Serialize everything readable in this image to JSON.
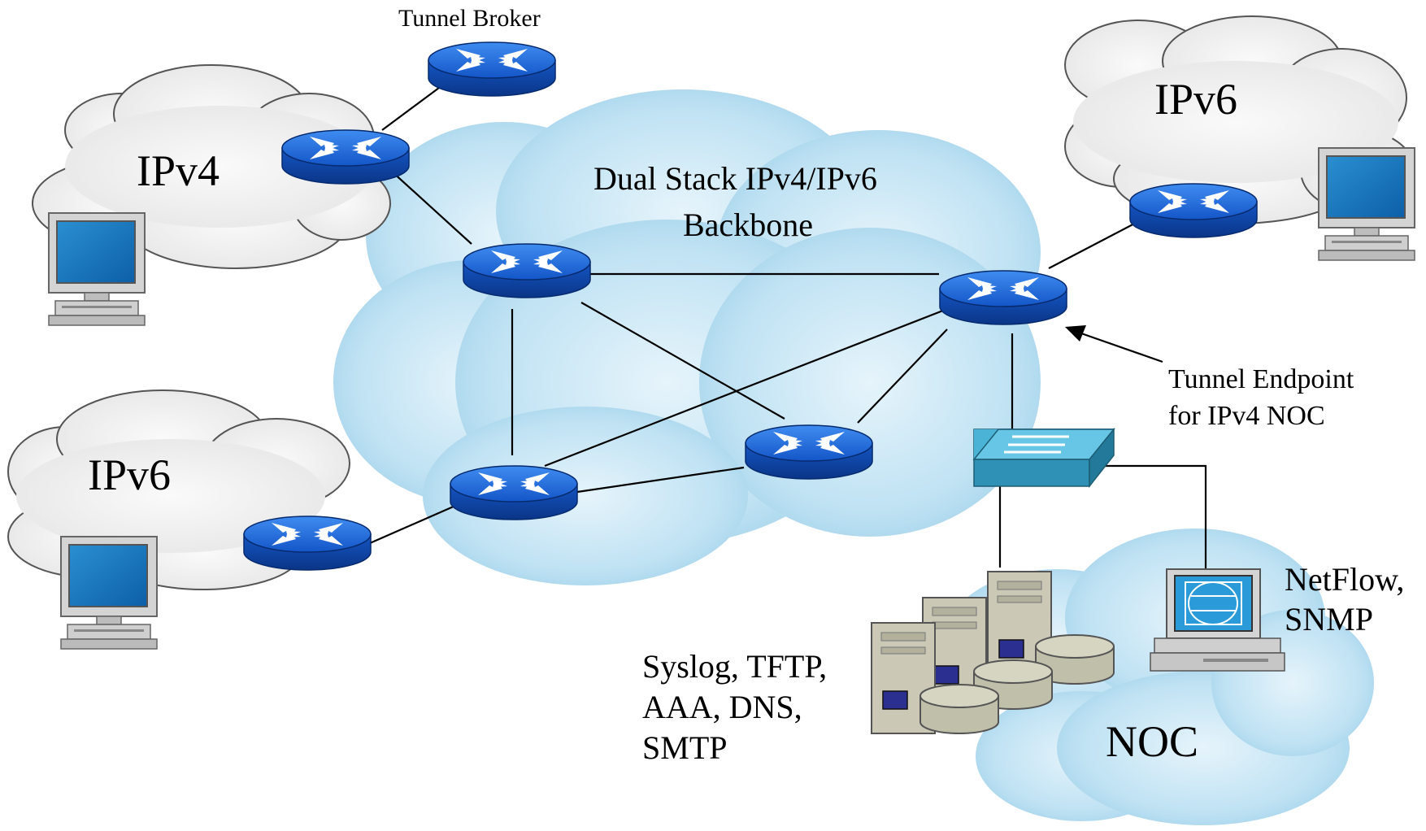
{
  "labels": {
    "tunnel_broker": "Tunnel Broker",
    "ipv4_cloud": "IPv4",
    "ipv6_cloud_left": "IPv6",
    "ipv6_cloud_right": "IPv6",
    "backbone_line1": "Dual Stack IPv4/IPv6",
    "backbone_line2": "Backbone",
    "tunnel_endpoint_line1": "Tunnel Endpoint",
    "tunnel_endpoint_line2": "for IPv4 NOC",
    "netflow_line1": "NetFlow,",
    "netflow_line2": "SNMP",
    "services_line1": "Syslog, TFTP,",
    "services_line2": "AAA, DNS,",
    "services_line3": "SMTP",
    "noc": "NOC"
  },
  "colors": {
    "router_blue": "#1a66d9",
    "router_dark": "#0b3d91",
    "backbone_cloud": "#b9dff2",
    "grey_cloud": "#eeeeee",
    "switch_teal": "#3fa7c9",
    "server_beige": "#c9c8b6"
  }
}
